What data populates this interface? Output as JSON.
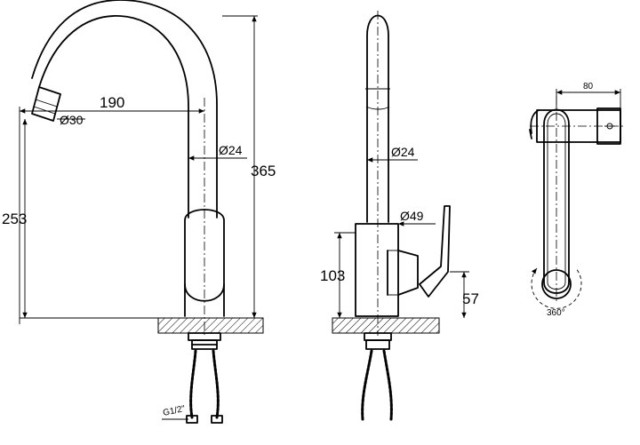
{
  "front_view": {
    "spout_reach": "190",
    "aerator_diameter": "Ø30",
    "body_diameter": "Ø24",
    "total_height": "365",
    "spout_height": "253",
    "thread": "G1/2\""
  },
  "side_view": {
    "body_diameter": "Ø24",
    "handle_diameter": "Ø49",
    "base_to_handle_axis": "103",
    "lever_height": "57"
  },
  "top_view": {
    "width": "80",
    "rotation": "360°"
  }
}
